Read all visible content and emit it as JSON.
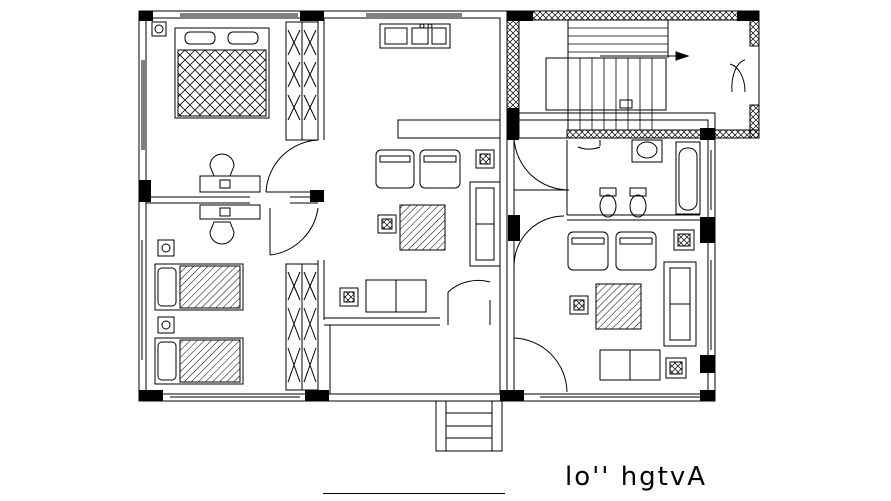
{
  "drawing": {
    "caption": "lo'' hgtvA",
    "colors": {
      "line": "#000000",
      "paper": "#ffffff"
    },
    "rooms": [
      "bedroom-1",
      "bedroom-2",
      "living-kitchen-1",
      "stair-landing",
      "bathroom",
      "living-kitchen-2",
      "entry-porch"
    ]
  }
}
